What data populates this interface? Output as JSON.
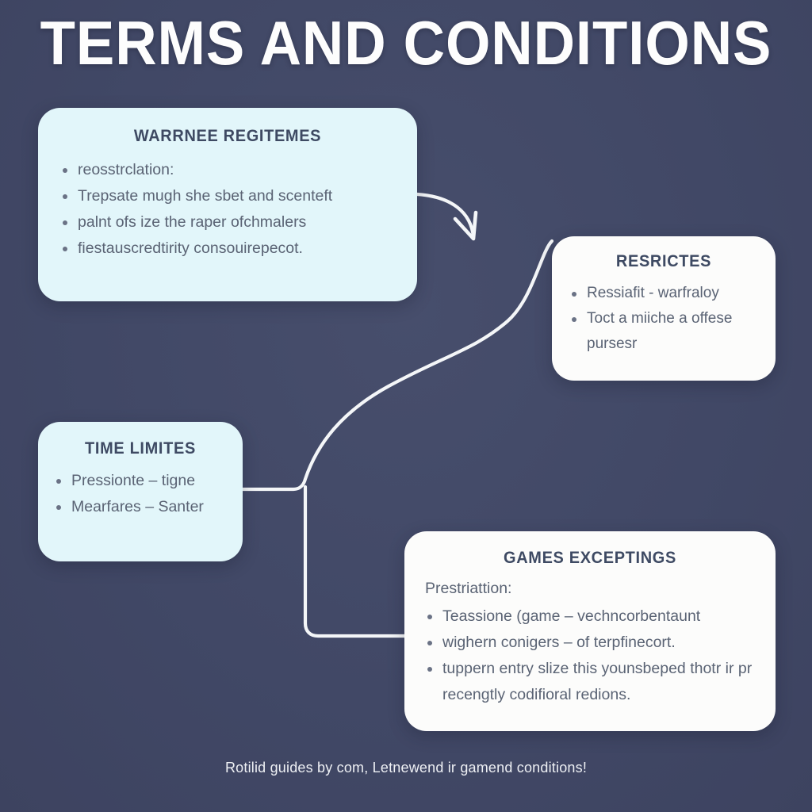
{
  "poster": {
    "title": "TERMS AND CONDITIONS",
    "footer": "Rotilid guides by com, Letnewend ir gamend conditions!",
    "colors": {
      "background": "#434a68",
      "card_cyan": "#e2f6fa",
      "card_white": "#fcfcfb",
      "heading_text": "#3e4a63",
      "body_text": "#5a6374",
      "connector": "#f4f6f8",
      "title_text": "#fdfdfd"
    }
  },
  "cards": [
    {
      "id": "warranties",
      "title": "WARRNEE REGITEMES",
      "style": "cyan",
      "bullets": [
        "reosstrclation:",
        "Trepsate mugh she sbet and scenteft",
        "palnt ofs ize the raper ofchmalers",
        "fiestauscredtirity consouirepecot."
      ]
    },
    {
      "id": "restrictions",
      "title": "RESRICTES",
      "style": "white",
      "bullets": [
        "Ressiafit - warfraloy",
        "Toct a miiche a offese pursesr"
      ]
    },
    {
      "id": "time-limits",
      "title": "TIME LIMITES",
      "style": "cyan",
      "bullets": [
        "Pressionte – tigne",
        "Mearfares – Santer"
      ]
    },
    {
      "id": "game-exceptions",
      "title": "GAMES EXCEPTINGS",
      "style": "white",
      "lead": "Prestriattion:",
      "bullets": [
        "Teassione (game – vechncorbentaunt",
        "wighern conigers – of terpfinecort.",
        "tuppern entry slize this younsbeped thotr ir pr recengtly codifioral redions."
      ]
    }
  ],
  "connectors": [
    {
      "id": "warranties-to-down-right",
      "type": "curved-arrow"
    },
    {
      "id": "time-limits-to-restrictions",
      "type": "s-curve"
    },
    {
      "id": "time-limits-to-game-exceptions",
      "type": "elbow"
    }
  ]
}
